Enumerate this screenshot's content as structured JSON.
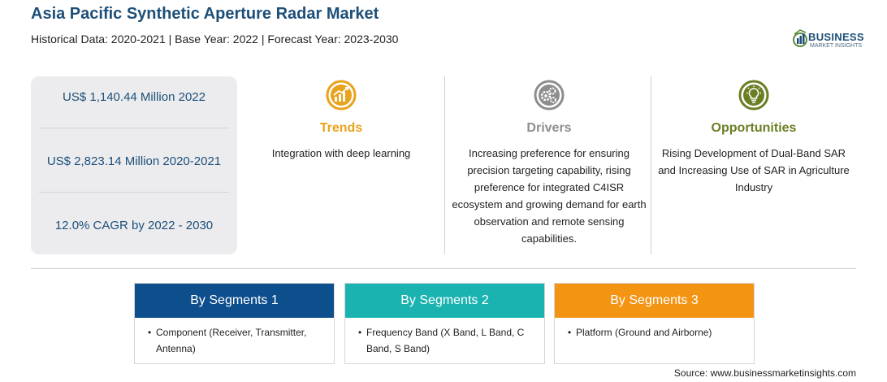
{
  "header": {
    "title": "Asia Pacific Synthetic Aperture Radar Market",
    "subtitle": "Historical Data: 2020-2021 | Base Year: 2022 | Forecast Year: 2023-2030"
  },
  "logo": {
    "main": "BUSINESS",
    "sub": "MARKET INSIGHTS",
    "icon": "globe-bars-icon"
  },
  "stats": [
    "US$ 1,140.44 Million 2022",
    "US$ 2,823.14 Million 2020-2021",
    "12.0% CAGR by 2022 - 2030"
  ],
  "columns": {
    "trends": {
      "title": "Trends",
      "text": "Integration with deep learning",
      "icon": "trend-chart-icon",
      "color": "#e9a21b"
    },
    "drivers": {
      "title": "Drivers",
      "text": "Increasing preference for ensuring precision targeting capability, rising preference for integrated C4ISR ecosystem and growing demand for earth observation and remote sensing capabilities.",
      "icon": "gears-icon",
      "color": "#8e8e8e"
    },
    "opportunities": {
      "title": "Opportunities",
      "text": "Rising Development of Dual-Band SAR and Increasing Use of SAR in Agriculture Industry",
      "icon": "lightbulb-icon",
      "color": "#6a7f24"
    }
  },
  "segments": [
    {
      "title": "By Segments 1",
      "item": "Component (Receiver, Transmitter, Antenna)",
      "color": "#0d4e8c"
    },
    {
      "title": "By Segments 2",
      "item": "Frequency Band (X Band, L Band, C Band, S Band)",
      "color": "#1bb3b0"
    },
    {
      "title": "By Segments 3",
      "item": "Platform (Ground and Airborne)",
      "color": "#f39413"
    }
  ],
  "source": "Source: www.businessmarketinsights.com"
}
